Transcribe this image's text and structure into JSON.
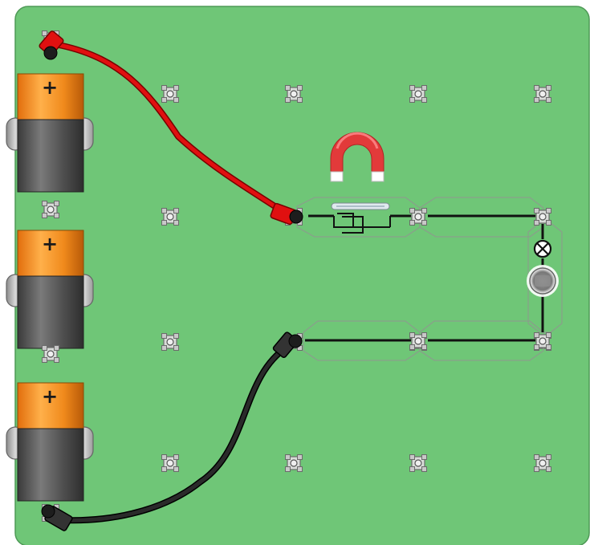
{
  "board": {
    "color": "#6fc677",
    "border_color": "#3e7f46"
  },
  "batteries": [
    {
      "id": "battery-1",
      "terminal_label": "+"
    },
    {
      "id": "battery-2",
      "terminal_label": "+"
    },
    {
      "id": "battery-3",
      "terminal_label": "+"
    }
  ],
  "colors": {
    "battery_top": "#f08a1c",
    "battery_body": "#555555",
    "wire_positive": "#e01010",
    "wire_negative": "#1c1c1c",
    "connector": "#c8c8c8",
    "magnet_red": "#e23a3a",
    "magnet_tip": "#ffffff",
    "component_outline": "#9aa09a",
    "lead": "#111111"
  },
  "components": {
    "magnet": "horseshoe-magnet-icon",
    "reed_switch": "reed-switch-icon",
    "lamp": "lamp-x-icon",
    "ldr": "light-sensor-icon"
  }
}
